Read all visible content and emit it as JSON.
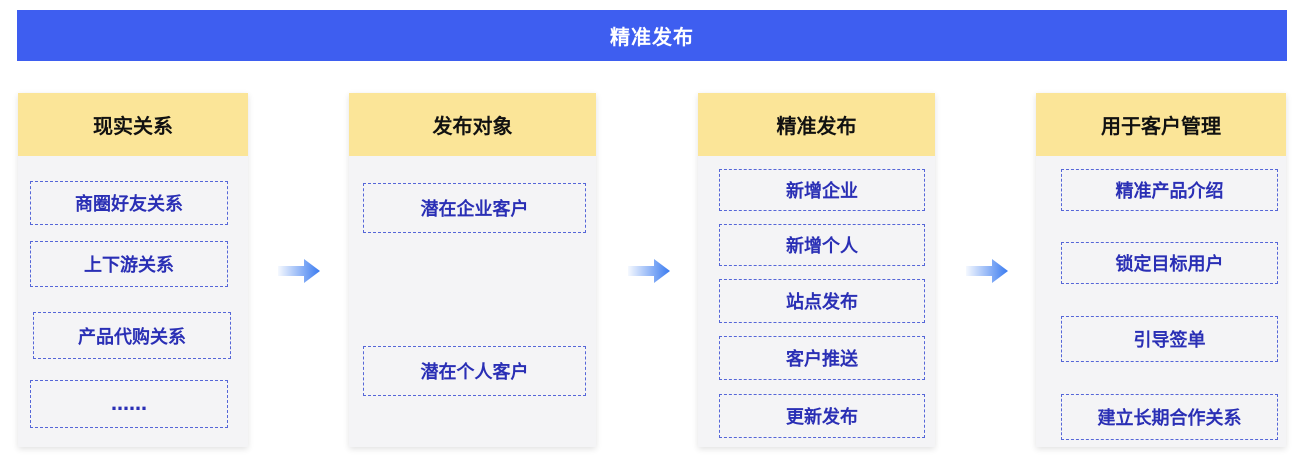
{
  "banner": {
    "title": "精准发布"
  },
  "columns": [
    {
      "title": "现实关系",
      "items": [
        "商圈好友关系",
        "上下游关系",
        "产品代购关系",
        "……"
      ]
    },
    {
      "title": "发布对象",
      "items": [
        "潜在企业客户",
        "潜在个人客户"
      ]
    },
    {
      "title": "精准发布",
      "items": [
        "新增企业",
        "新增个人",
        "站点发布",
        "客户推送",
        "更新发布"
      ]
    },
    {
      "title": "用于客户管理",
      "items": [
        "精准产品介绍",
        "锁定目标用户",
        "引导签单",
        "建立长期合作关系"
      ]
    }
  ],
  "colors": {
    "banner": "#3e5ef0",
    "header": "#fbe598",
    "item_text": "#2a2fb5",
    "item_border": "#5566d8",
    "panel": "#f4f4f6",
    "arrow": "#3a7bf0"
  },
  "icons": [
    "arrow-right-icon"
  ]
}
